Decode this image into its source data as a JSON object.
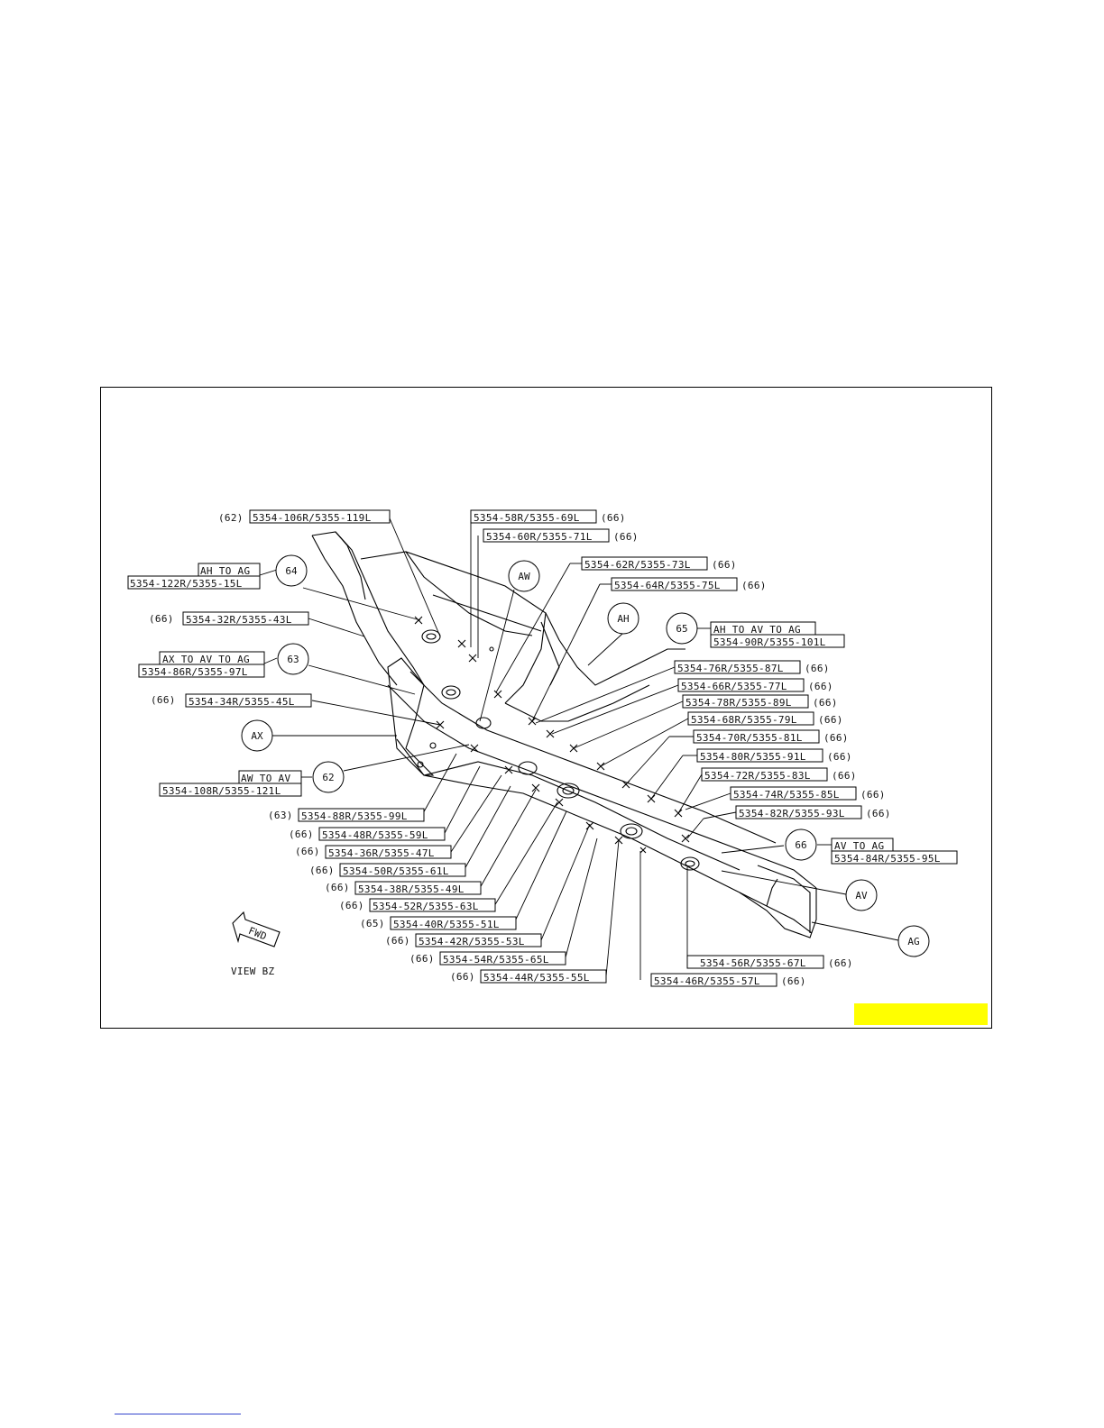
{
  "view_label": "VIEW BZ",
  "fwd_label": "FWD",
  "part_labels": {
    "l106": "5354-106R/5355-119L",
    "l106_ref": "(62)",
    "l58": "5354-58R/5355-69L",
    "l58_ref": "(66)",
    "l60": "5354-60R/5355-71L",
    "l60_ref": "(66)",
    "l62": "5354-62R/5355-73L",
    "l62_ref": "(66)",
    "l64": "5354-64R/5355-75L",
    "l64_ref": "(66)",
    "l122": "5354-122R/5355-15L",
    "ah_to_ag_1": "AH TO AG",
    "l32": "5354-32R/5355-43L",
    "l32_ref": "(66)",
    "l86": "5354-86R/5355-97L",
    "ax_av_ag": "AX TO AV TO AG",
    "l34": "5354-34R/5355-45L",
    "l34_ref": "(66)",
    "l108": "5354-108R/5355-121L",
    "aw_to_av": "AW TO AV",
    "l88": "5354-88R/5355-99L",
    "l88_ref": "(63)",
    "l48": "5354-48R/5355-59L",
    "l48_ref": "(66)",
    "l36": "5354-36R/5355-47L",
    "l36_ref": "(66)",
    "l50": "5354-50R/5355-61L",
    "l50_ref": "(66)",
    "l38": "5354-38R/5355-49L",
    "l38_ref": "(66)",
    "l52": "5354-52R/5355-63L",
    "l52_ref": "(66)",
    "l40": "5354-40R/5355-51L",
    "l40_ref": "(65)",
    "l42": "5354-42R/5355-53L",
    "l42_ref": "(66)",
    "l54": "5354-54R/5355-65L",
    "l54_ref": "(66)",
    "l44": "5354-44R/5355-55L",
    "l44_ref": "(66)",
    "l46": "5354-46R/5355-57L",
    "l46_ref": "(66)",
    "l56": "5354-56R/5355-67L",
    "l56_ref": "(66)",
    "ah_av_ag": "AH TO AV TO AG",
    "l90": "5354-90R/5355-101L",
    "l76": "5354-76R/5355-87L",
    "l76_ref": "(66)",
    "l66": "5354-66R/5355-77L",
    "l66_ref": "(66)",
    "l78": "5354-78R/5355-89L",
    "l78_ref": "(66)",
    "l68": "5354-68R/5355-79L",
    "l68_ref": "(66)",
    "l70": "5354-70R/5355-81L",
    "l70_ref": "(66)",
    "l80": "5354-80R/5355-91L",
    "l80_ref": "(66)",
    "l72": "5354-72R/5355-83L",
    "l72_ref": "(66)",
    "l74": "5354-74R/5355-85L",
    "l74_ref": "(66)",
    "l82": "5354-82R/5355-93L",
    "l82_ref": "(66)",
    "av_to_ag": "AV TO AG",
    "l84": "5354-84R/5355-95L"
  },
  "callouts": {
    "c64": "64",
    "c63": "63",
    "c62": "62",
    "c65": "65",
    "c66": "66",
    "aw": "AW",
    "ah": "AH",
    "ax": "AX",
    "av": "AV",
    "ag": "AG"
  }
}
